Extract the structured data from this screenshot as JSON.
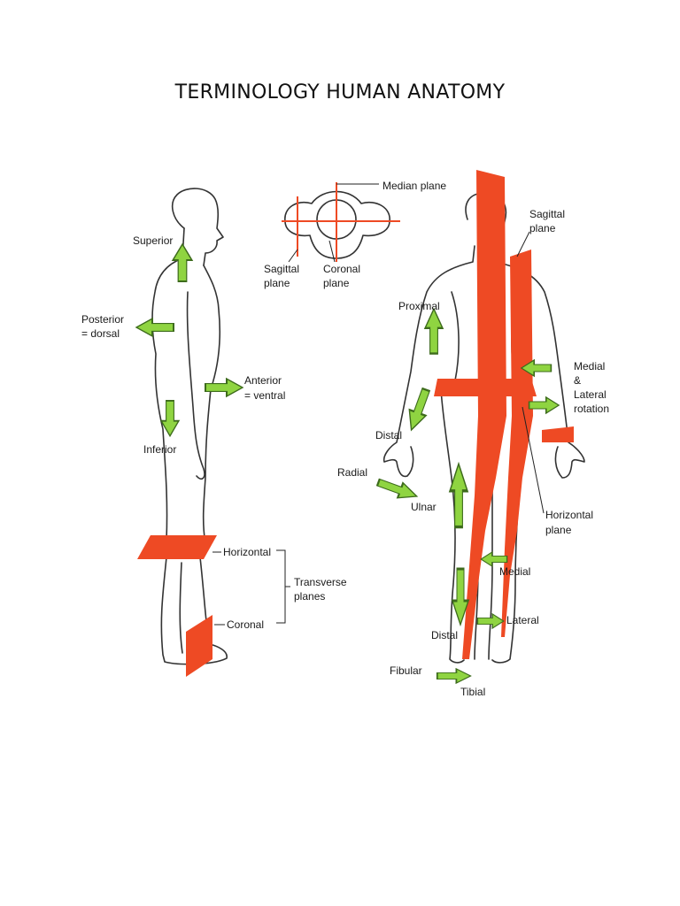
{
  "title": "TERMINOLOGY HUMAN ANATOMY",
  "colors": {
    "plane": "#ee4a24",
    "arrow": "#8fd441",
    "outline": "#333333"
  },
  "labels": {
    "superior": "Superior",
    "posterior_1": "Posterior",
    "posterior_2": "= dorsal",
    "anterior_1": "Anterior",
    "anterior_2": "= ventral",
    "inferior": "Inferior",
    "horizontal": "Horizontal",
    "transverse_1": "Transverse",
    "transverse_2": "planes",
    "coronal": "Coronal",
    "median_plane": "Median plane",
    "head_sagittal_1": "Sagittal",
    "head_sagittal_2": "plane",
    "head_coronal_1": "Coronal",
    "head_coronal_2": "plane",
    "sagittal_1": "Sagittal",
    "sagittal_2": "plane",
    "proximal": "Proximal",
    "medial_rot_1": "Medial",
    "medial_rot_2": "&",
    "medial_rot_3": "Lateral",
    "medial_rot_4": "rotation",
    "distal_arm": "Distal",
    "radial": "Radial",
    "ulnar": "Ulnar",
    "horizontal_plane_1": "Horizontal",
    "horizontal_plane_2": "plane",
    "medial": "Medial",
    "lateral": "Lateral",
    "distal_leg": "Distal",
    "fibular": "Fibular",
    "tibial": "Tibial"
  }
}
